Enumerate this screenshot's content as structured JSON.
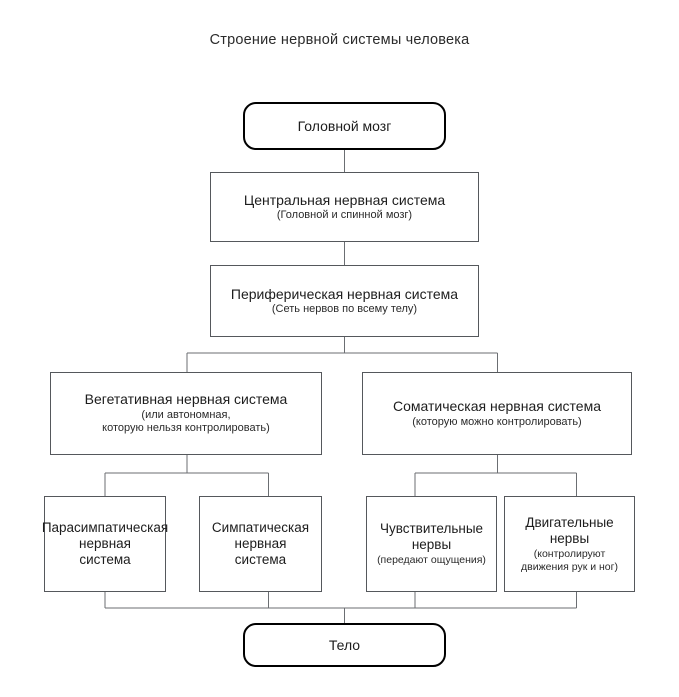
{
  "title": "Строение нервной системы человека",
  "colors": {
    "background": "#ffffff",
    "box_border": "#55585c",
    "emphasis_border": "#000000",
    "connector": "#6b6e72",
    "text": "#1d1d1d"
  },
  "nodes": {
    "brain": {
      "headline": "Головной мозг",
      "sub": ""
    },
    "cns": {
      "headline": "Центральная нервная система",
      "sub": "(Головной и спинной мозг)"
    },
    "pns": {
      "headline": "Периферическая нервная система",
      "sub": "(Сеть нервов по всему телу)"
    },
    "autonomic": {
      "headline": "Вегетативная нервная система",
      "sub": "(или автономная,\nкоторую нельзя контролировать)"
    },
    "somatic": {
      "headline": "Соматическая нервная система",
      "sub": "(которую можно контролировать)"
    },
    "parasympathetic": {
      "headline": "Парасимпатическая\nнервная\nсистема",
      "sub": ""
    },
    "sympathetic": {
      "headline": "Симпатическая\nнервная\nсистема",
      "sub": ""
    },
    "sensory": {
      "headline": "Чувствительные\nнервы",
      "sub": "(передают ощущения)"
    },
    "motor": {
      "headline": "Двигательные\nнервы",
      "sub": "(контролируют\nдвижения рук и ног)"
    },
    "body": {
      "headline": "Тело",
      "sub": ""
    }
  }
}
